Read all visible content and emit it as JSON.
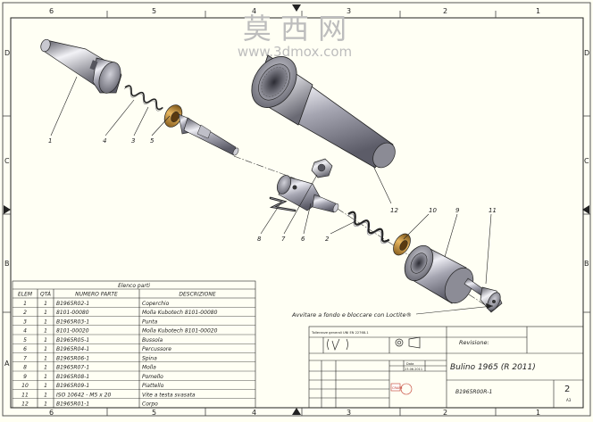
{
  "watermark": {
    "chars": "莫 西 网",
    "url": "www.3dmox.com"
  },
  "border": {
    "top_cols": [
      "6",
      "5",
      "4",
      "3",
      "2",
      "1"
    ],
    "side_rows": [
      "D",
      "C",
      "B",
      "A"
    ]
  },
  "callouts": {
    "c1": "1",
    "c4": "4",
    "c3": "3",
    "c5": "5",
    "c12": "12",
    "c10": "10",
    "c9": "9",
    "c11": "11",
    "c8": "8",
    "c7": "7",
    "c6": "6",
    "c2": "2"
  },
  "note": "Avvitare a fondo e bloccare con Loctite®",
  "bom": {
    "title": "Elenco parti",
    "headers": [
      "ELEM",
      "QTÀ",
      "NUMERO PARTE",
      "DESCRIZIONE"
    ],
    "rows": [
      [
        "1",
        "1",
        "B1965R02-1",
        "Coperchio"
      ],
      [
        "2",
        "1",
        "8101-00080",
        "Molla Kubotech 8101-00080"
      ],
      [
        "3",
        "1",
        "B1965R03-1",
        "Punta"
      ],
      [
        "4",
        "1",
        "8101-00020",
        "Molla Kubotech 8101-00020"
      ],
      [
        "5",
        "1",
        "B1965R05-1",
        "Bussola"
      ],
      [
        "6",
        "1",
        "B1965R04-1",
        "Percussore"
      ],
      [
        "7",
        "1",
        "B1965R06-1",
        "Spina"
      ],
      [
        "8",
        "1",
        "B1965R07-1",
        "Molla"
      ],
      [
        "9",
        "1",
        "B1965R08-1",
        "Pomello"
      ],
      [
        "10",
        "1",
        "B1965R09-1",
        "Piattello"
      ],
      [
        "11",
        "1",
        "ISO 10642 - M5 x 20",
        "Vite a testa svasata"
      ],
      [
        "12",
        "1",
        "B1965R01-1",
        "Corpo"
      ]
    ]
  },
  "title_block": {
    "tolerance_note": "Tolleranze generali UNI EN 22768-1",
    "revision_label": "Revisione:",
    "title": "Bulino 1965 (R 2011)",
    "drawing_number": "B1965R00R-1",
    "sheet_number": "2",
    "sheet_format": "A3",
    "logo": "CRAMI",
    "date": "23.06.2011",
    "date_col": "Data"
  },
  "colors": {
    "paper": "#fffff4",
    "line": "#1a1a1a",
    "metal_dark": "#5a5a66",
    "metal_light": "#e4e4ec",
    "brass": "#c9923a",
    "watermark": "#b9b9b9"
  }
}
